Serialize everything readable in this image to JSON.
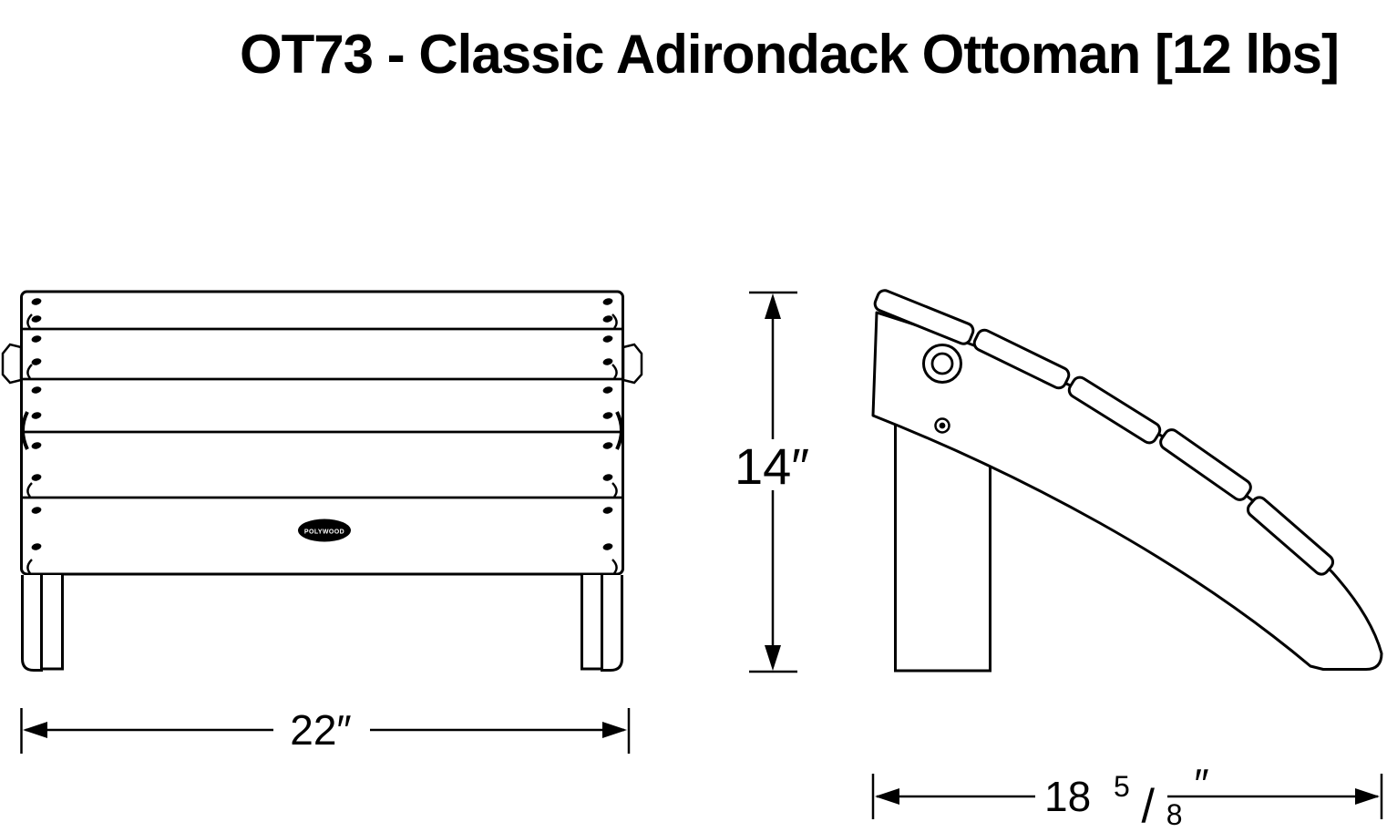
{
  "title": "OT73 - Classic Adirondack Ottoman [12 lbs]",
  "colors": {
    "line": "#000000",
    "background": "#ffffff"
  },
  "logo": {
    "brand": "POLYWOOD"
  },
  "dimensions": {
    "width": "22″",
    "height": "14″",
    "depth": {
      "whole": "18",
      "numerator": "5",
      "slash": "/",
      "denominator": "8",
      "unit": "″"
    }
  }
}
